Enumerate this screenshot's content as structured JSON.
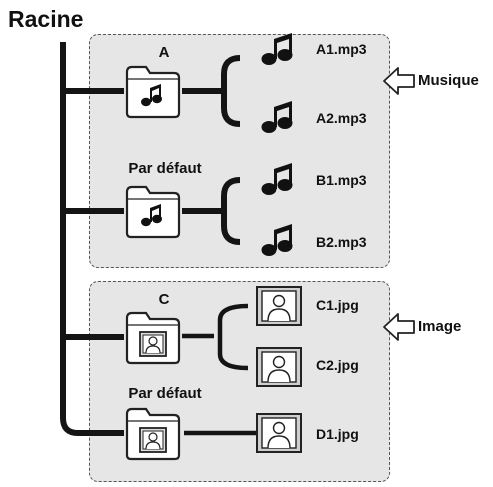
{
  "root": {
    "label": "Racine"
  },
  "music_group": {
    "callout": "Musique",
    "folders": [
      {
        "label": "A",
        "icon": "music-folder-icon",
        "files": [
          {
            "name": "A1.mp3",
            "icon": "music-note-icon"
          },
          {
            "name": "A2.mp3",
            "icon": "music-note-icon"
          }
        ]
      },
      {
        "label": "Par défaut",
        "icon": "music-folder-icon",
        "files": [
          {
            "name": "B1.mp3",
            "icon": "music-note-icon"
          },
          {
            "name": "B2.mp3",
            "icon": "music-note-icon"
          }
        ]
      }
    ]
  },
  "image_group": {
    "callout": "Image",
    "folders": [
      {
        "label": "C",
        "icon": "image-folder-icon",
        "files": [
          {
            "name": "C1.jpg",
            "icon": "photo-frame-icon"
          },
          {
            "name": "C2.jpg",
            "icon": "photo-frame-icon"
          }
        ]
      },
      {
        "label": "Par défaut",
        "icon": "image-folder-icon",
        "files": [
          {
            "name": "D1.jpg",
            "icon": "photo-frame-icon"
          }
        ]
      }
    ]
  },
  "colors": {
    "box_fill": "#e6e6e6",
    "line": "#141414",
    "background": "#ffffff"
  }
}
